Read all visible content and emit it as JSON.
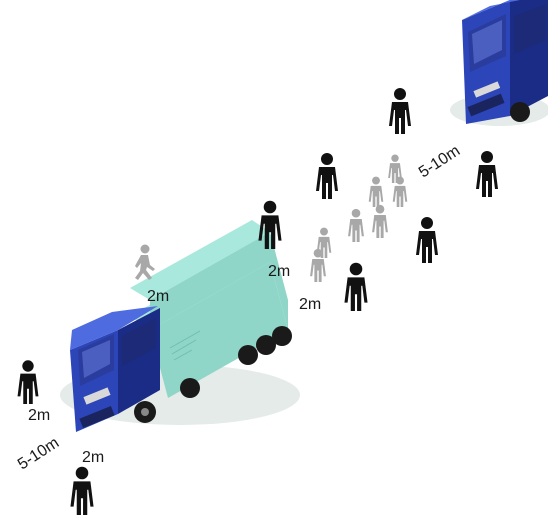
{
  "labels": {
    "front_gap": "5-10m",
    "rear_gap": "5-10m",
    "person_spacing": "2m"
  },
  "colors": {
    "cab": "#2c45b8",
    "cab_dark": "#1b2c86",
    "cab_light": "#4f6be0",
    "trailer": "#a9e8dc",
    "trailer_side": "#8fd6c8",
    "person": "#111111",
    "person_waiting": "#a8a8a8",
    "shadow": "#c9d8d2"
  },
  "icons": {
    "person": "standing-person-icon",
    "walker": "walking-person-icon",
    "truck": "truck-icon"
  }
}
